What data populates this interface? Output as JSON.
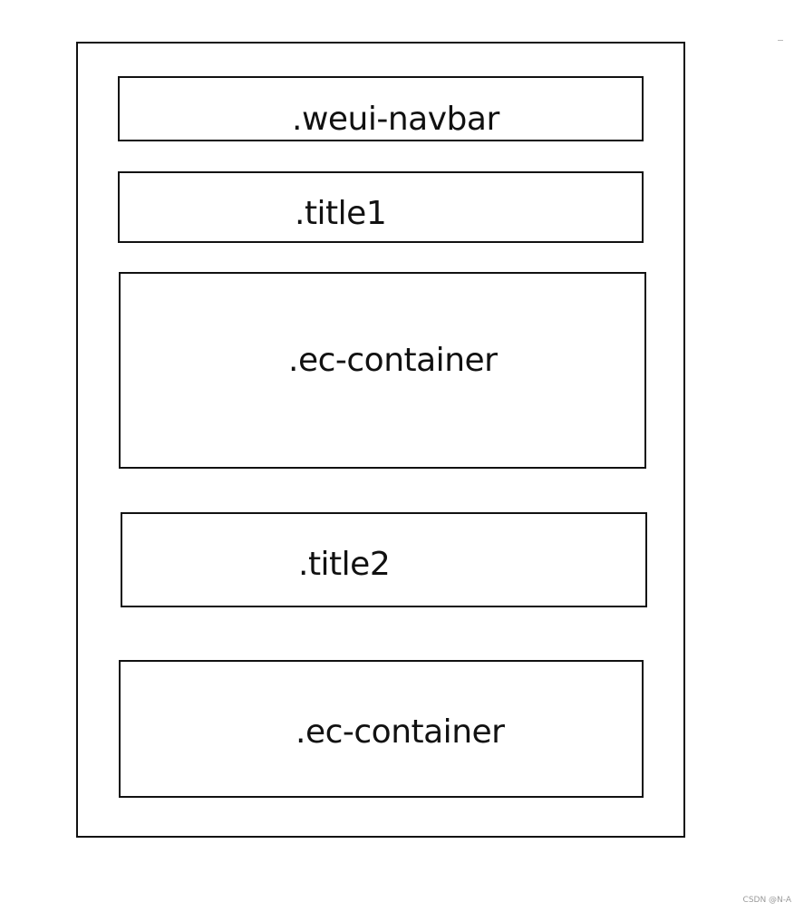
{
  "diagram": {
    "boxes": [
      {
        "id": "navbar",
        "label": ".weui-navbar"
      },
      {
        "id": "title1",
        "label": ".title1"
      },
      {
        "id": "ec_container_1",
        "label": ".ec-container"
      },
      {
        "id": "title2",
        "label": ".title2"
      },
      {
        "id": "ec_container_2",
        "label": ".ec-container"
      }
    ]
  },
  "watermark": "CSDN @N-A",
  "colors": {
    "stroke": "#111111",
    "background": "#ffffff",
    "watermark": "#9a9a9a"
  }
}
